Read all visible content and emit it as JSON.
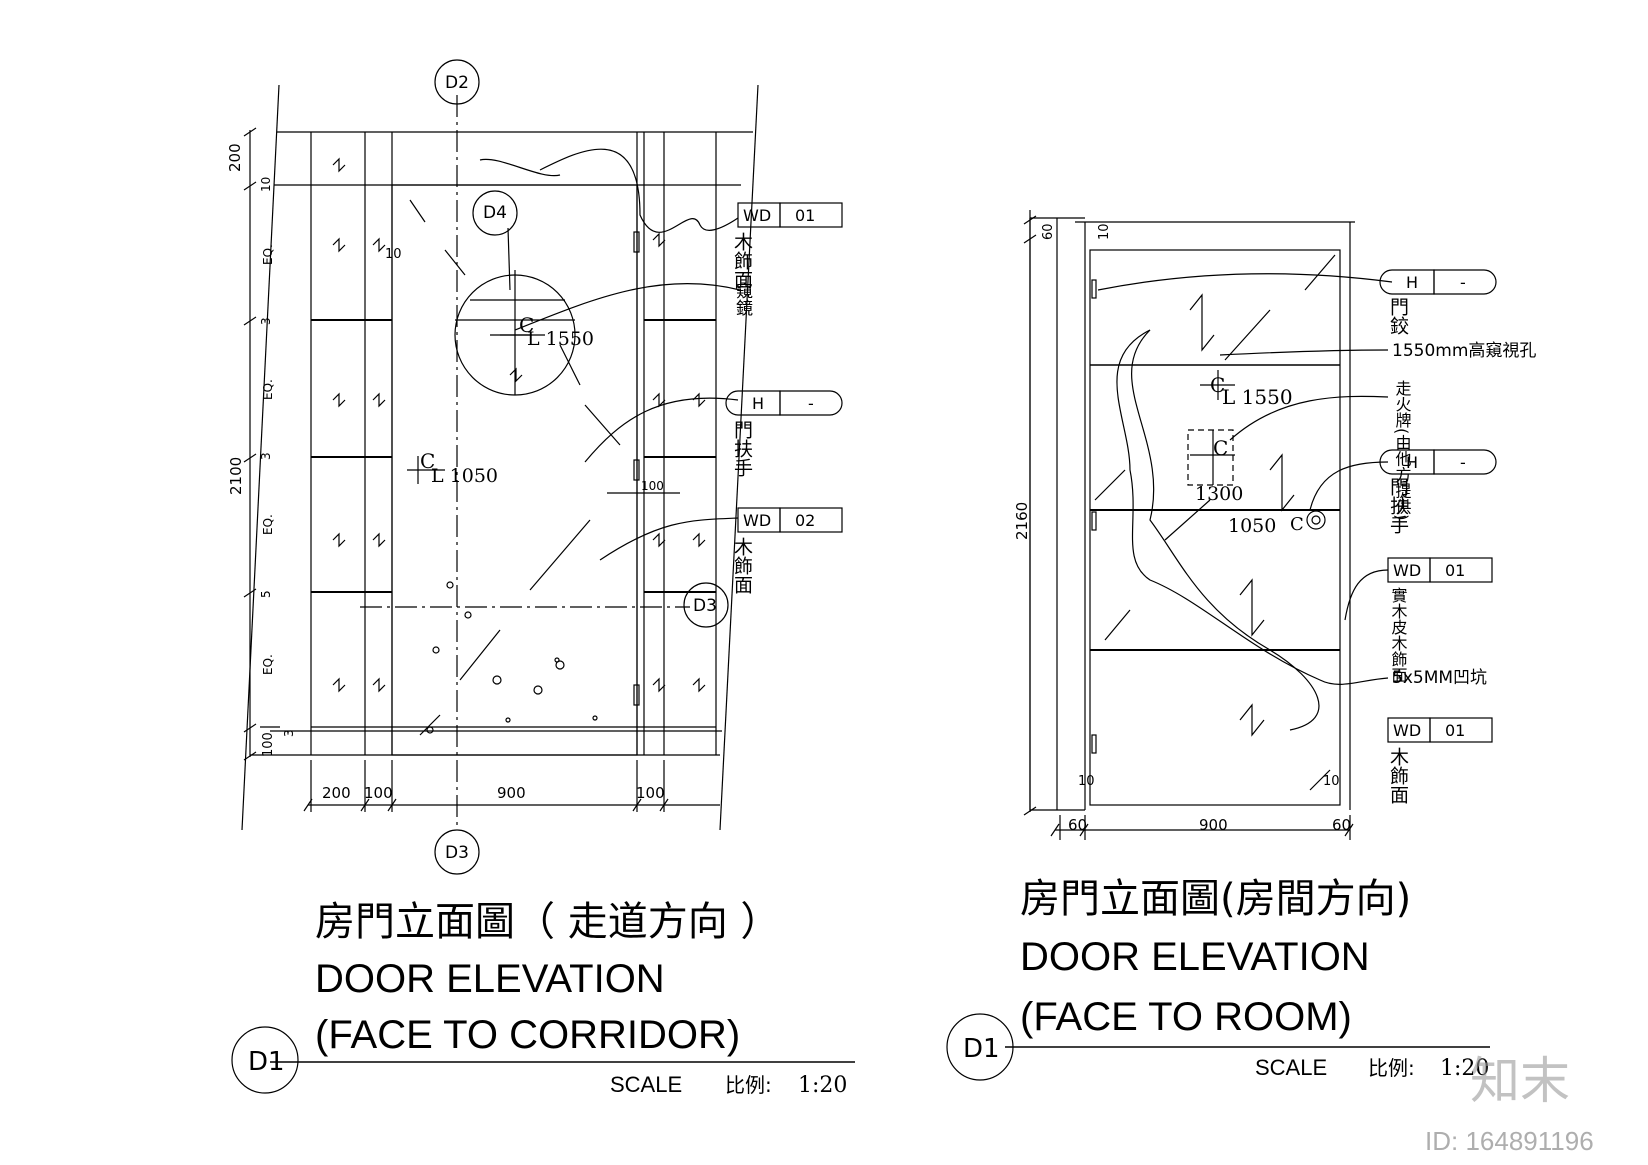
{
  "left": {
    "grid_top": "D2",
    "grid_bottom": "D3",
    "grid_inset_1": "D4",
    "grid_inset_2": "D3",
    "dims_vertical": [
      "200",
      "10",
      "EQ.",
      "3",
      "EQ.",
      "3",
      "EQ.",
      "5",
      "EQ.",
      "3",
      "100"
    ],
    "dim_total": "2100",
    "dim_small_10": "10",
    "dims_bottom": [
      "200",
      "100",
      "900",
      "100"
    ],
    "dim_100_inner": "100",
    "cl_top": "L 1550",
    "cl_mid": "L 1050",
    "cl_symbol": "C",
    "tag_wd01_code": "WD",
    "tag_wd01_num": "01",
    "tag_wd01_note": "木飾面",
    "note_mirror": "窺鏡",
    "tag_hw_code": "H",
    "tag_hw_num": "-",
    "tag_hw_note": "門扶手",
    "tag_wd02_code": "WD",
    "tag_wd02_num": "02",
    "tag_wd02_note": "木飾面",
    "title_cn": "房門立面圖（ 走道方向 ）",
    "title_en_1": "DOOR ELEVATION",
    "title_en_2": "(FACE TO CORRIDOR)",
    "badge": "D1",
    "scale_label": "SCALE",
    "scale_cn": "比例:",
    "scale_value": "1:20"
  },
  "right": {
    "dim_top_60": "60",
    "dim_top_10": "10",
    "dim_total": "2160",
    "dims_bottom": [
      "60",
      "900",
      "60"
    ],
    "dim_10_left": "10",
    "dim_10_right": "10",
    "cl_1550": "L 1550",
    "cl_1300": "1300",
    "cl_1050": "1050",
    "cl_symbol": "C",
    "note_hinge": "門鉸",
    "note_peephole": "1550mm高窺視孔",
    "note_sign": "走火牌(由他方提供)",
    "note_handle": "門扶手",
    "note_veneer": "實木皮木飾面",
    "note_groove": "5x5MM凹坑",
    "tag_h1_code": "H",
    "tag_h1_num": "-",
    "tag_h2_code": "H",
    "tag_h2_num": "-",
    "tag_wd_a_code": "WD",
    "tag_wd_a_num": "01",
    "tag_wd_b_code": "WD",
    "tag_wd_b_num": "01",
    "note_wd_b": "木飾面",
    "title_cn": "房門立面圖(房間方向)",
    "title_en_1": "DOOR ELEVATION",
    "title_en_2": "(FACE TO ROOM)",
    "badge": "D1",
    "scale_label": "SCALE",
    "scale_cn": "比例:",
    "scale_value": "1:20"
  },
  "watermark": {
    "brand": "知末",
    "id": "ID: 164891196"
  }
}
